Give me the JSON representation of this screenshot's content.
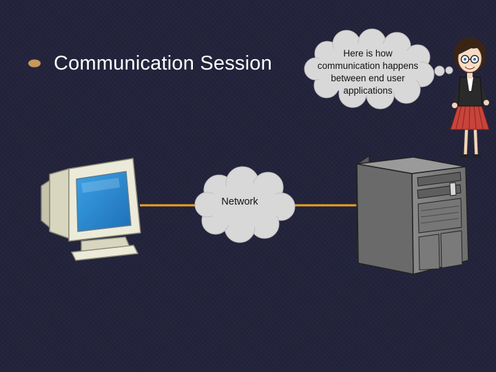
{
  "slide": {
    "title": "Communication Session",
    "bullet_icon": "bullet-dot-icon",
    "bullet_color": "#c8985a",
    "background_color": "#23243c"
  },
  "thought_bubble": {
    "text": "Here is how communication happens between end user applications"
  },
  "diagram": {
    "network_label": "Network",
    "link_color": "#f0a020",
    "left_node_icon": "desktop-computer-icon",
    "right_node_icon": "server-tower-icon",
    "cloud_icon": "network-cloud-icon"
  },
  "character": {
    "icon": "presenter-woman-icon"
  }
}
